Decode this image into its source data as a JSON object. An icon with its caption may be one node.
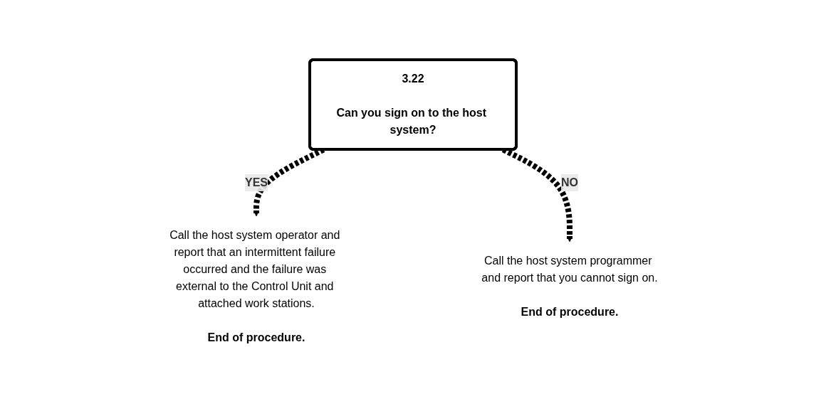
{
  "diagram": {
    "nodes": [
      {
        "text": [
          "3.22",
          "Can you sign on to the host system?"
        ]
      },
      {
        "text": [
          "Call the host system operator and report that an intermittent failure occurred and the failure was external to the Control Unit and attached work stations.",
          "End of procedure."
        ]
      },
      {
        "text": [
          "Call the host system programmer and report that you cannot sign on.",
          "End of procedure."
        ]
      }
    ],
    "edges": [
      {
        "from": 0,
        "to": 1,
        "label": "YES",
        "arrow": "to",
        "style": "dashed"
      },
      {
        "from": 0,
        "to": 2,
        "label": "NO",
        "arrow": "to",
        "style": "dashed"
      }
    ]
  }
}
